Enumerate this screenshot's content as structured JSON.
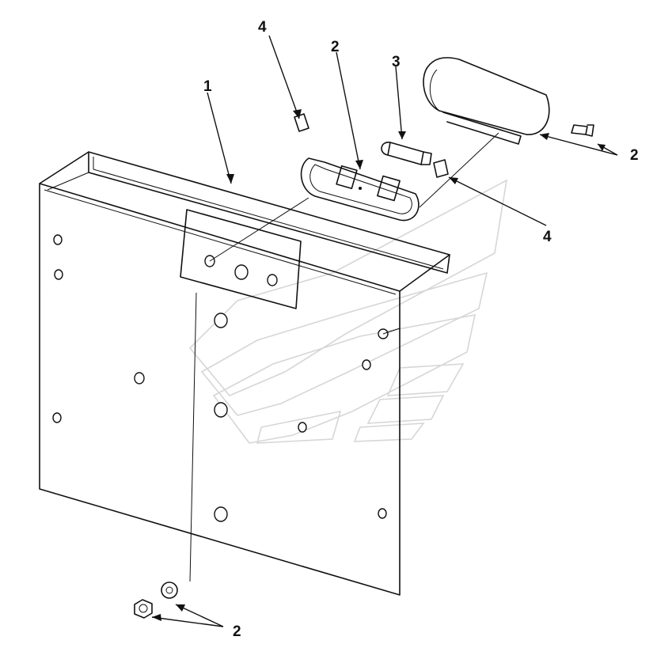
{
  "diagram": {
    "callouts": [
      {
        "id": "c1",
        "label": "1"
      },
      {
        "id": "c2a",
        "label": "2"
      },
      {
        "id": "c3",
        "label": "3"
      },
      {
        "id": "c4a",
        "label": "4"
      },
      {
        "id": "c2b",
        "label": "2"
      },
      {
        "id": "c4b",
        "label": "4"
      },
      {
        "id": "c2c",
        "label": "2"
      }
    ]
  }
}
